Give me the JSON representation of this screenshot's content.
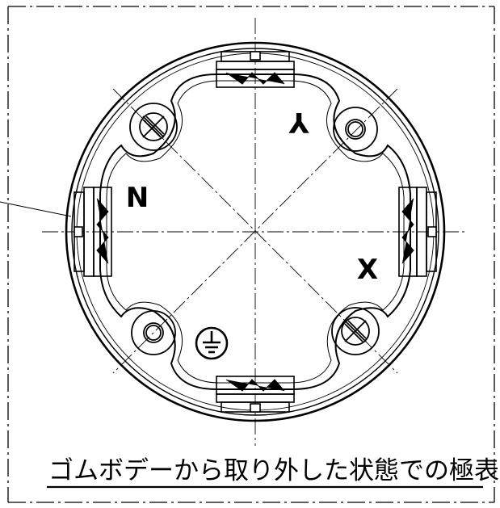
{
  "caption": "ゴムボデーから取り外した状態での極表示",
  "markers": {
    "y": "Y",
    "n": "N",
    "x": "X",
    "ground_icon": "ground-icon"
  },
  "colors": {
    "line": "#000000",
    "background": "#ffffff"
  }
}
